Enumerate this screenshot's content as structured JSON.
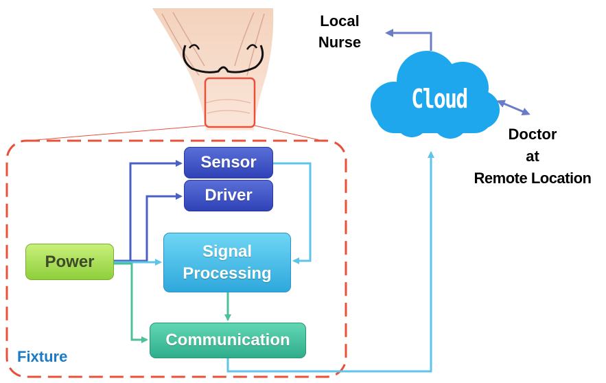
{
  "nodes": {
    "sensor": "Sensor",
    "driver": "Driver",
    "signal_line1": "Signal",
    "signal_line2": "Processing",
    "power": "Power",
    "communication": "Communication",
    "cloud": "Cloud"
  },
  "labels": {
    "local_nurse_line1": "Local",
    "local_nurse_line2": "Nurse",
    "doctor_line1": "Doctor",
    "doctor_line2": "at",
    "doctor_line3": "Remote Location",
    "fixture": "Fixture"
  },
  "colors": {
    "fixture_border": "#e8503a",
    "sensor_driver": "#3b4fc8",
    "signal_processing": "#3ab8e8",
    "communication": "#3cc09a",
    "power": "#a6dc52",
    "cloud": "#1ea7ec",
    "arrow_blue": "#5a6fc8",
    "arrow_cyan": "#5ec4e8",
    "arrow_green": "#4cbf9c"
  }
}
